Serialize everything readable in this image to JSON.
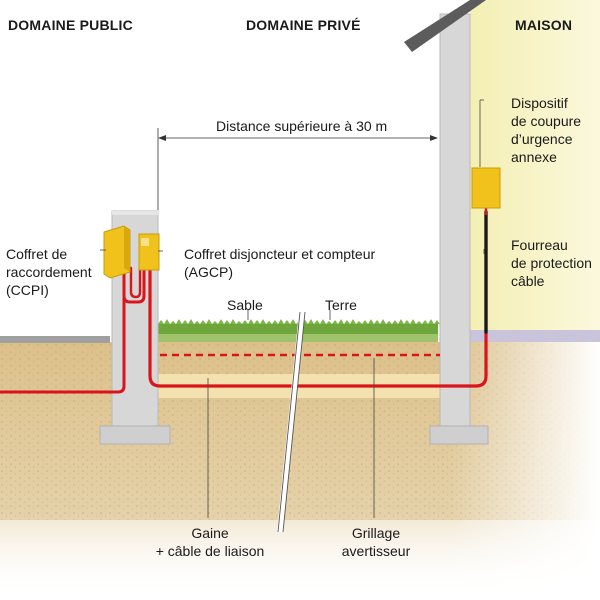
{
  "headers": {
    "public": "DOMAINE PUBLIC",
    "private": "DOMAINE PRIVÉ",
    "house": "MAISON"
  },
  "labels": {
    "distance": "Distance supérieure à 30 m",
    "ccpi": "Coffret de\nraccordement\n(CCPI)",
    "agcp": "Coffret disjoncteur et compteur\n(AGCP)",
    "sable": "Sable",
    "terre": "Terre",
    "dispositif": "Dispositif\nde coupure\nd’urgence\nannexe",
    "fourreau": "Fourreau\nde protection\ncâble",
    "gaine": "Gaine\n+ câble de liaison",
    "grillage": "Grillage\navertisseur"
  },
  "colors": {
    "cable": "#d9151b",
    "soil": "#dcc08a",
    "sand_layer": "#f3e2b0",
    "grass": "#6fa63c",
    "concrete": "#d7d7d7",
    "box": "#f1c21b",
    "house_wall": "#f8f4c4"
  }
}
